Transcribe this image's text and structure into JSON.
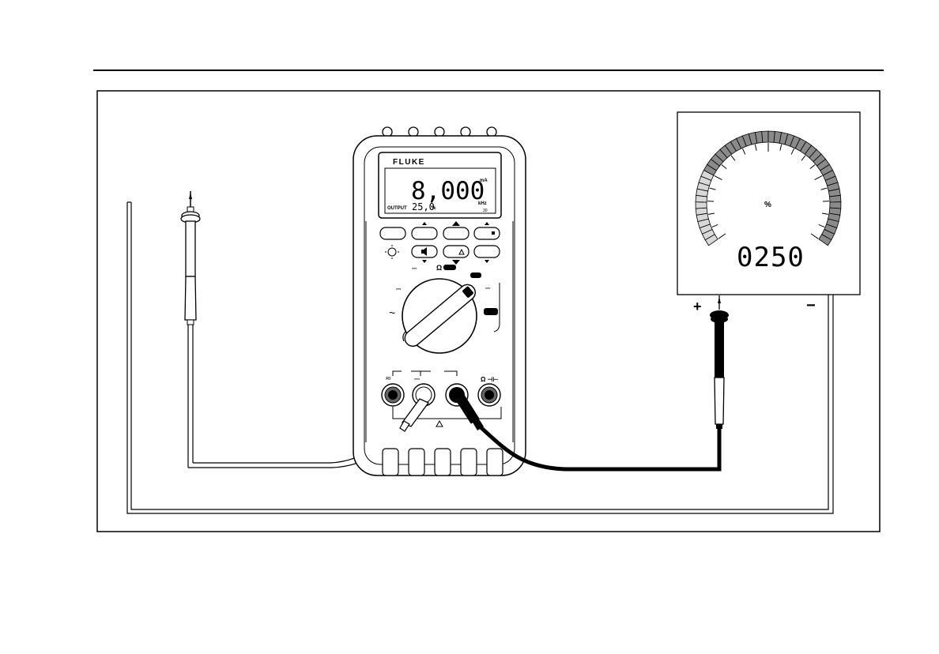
{
  "meter": {
    "brand": "FLUKE",
    "display": {
      "main_reading": "8,000",
      "main_unit": "mA",
      "mode_label": "OUTPUT",
      "secondary_reading": "25,0",
      "secondary_unit": "%",
      "freq_unit": "kHz",
      "scale_digits": "30"
    },
    "dial": {
      "left_label": "~",
      "dc_left_label": "⎓",
      "dc_right_label": "⎓",
      "top_label": "Ω"
    },
    "jacks": {
      "jack1_label": "≂",
      "jack2_label": "⎓",
      "jack4_label": "Ω ⊣⊢"
    }
  },
  "gauge": {
    "percent_symbol": "%",
    "reading": "0250",
    "percent_value": 25
  },
  "terminals": {
    "plus": "+",
    "minus": "−"
  }
}
